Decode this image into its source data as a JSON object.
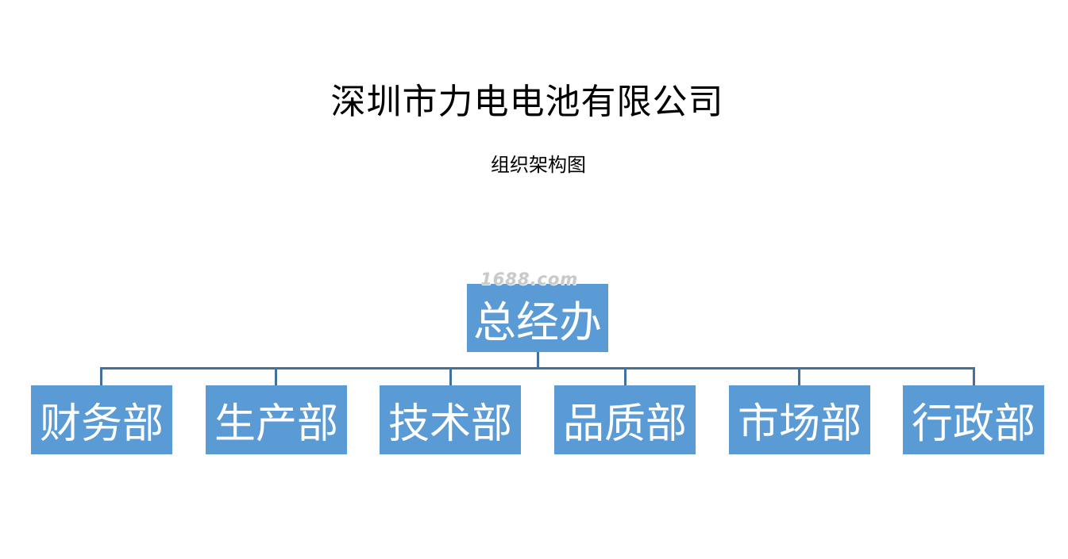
{
  "title": "深圳市力电电池有限公司",
  "subtitle": "组织架构图",
  "watermark": "1688.com",
  "colors": {
    "box_fill": "#5b9bd5",
    "box_text": "#ffffff",
    "connector": "#41719c"
  },
  "org_chart": {
    "root": {
      "label": "总经办"
    },
    "departments": [
      {
        "label": "财务部"
      },
      {
        "label": "生产部"
      },
      {
        "label": "技术部"
      },
      {
        "label": "品质部"
      },
      {
        "label": "市场部"
      },
      {
        "label": "行政部"
      }
    ]
  }
}
